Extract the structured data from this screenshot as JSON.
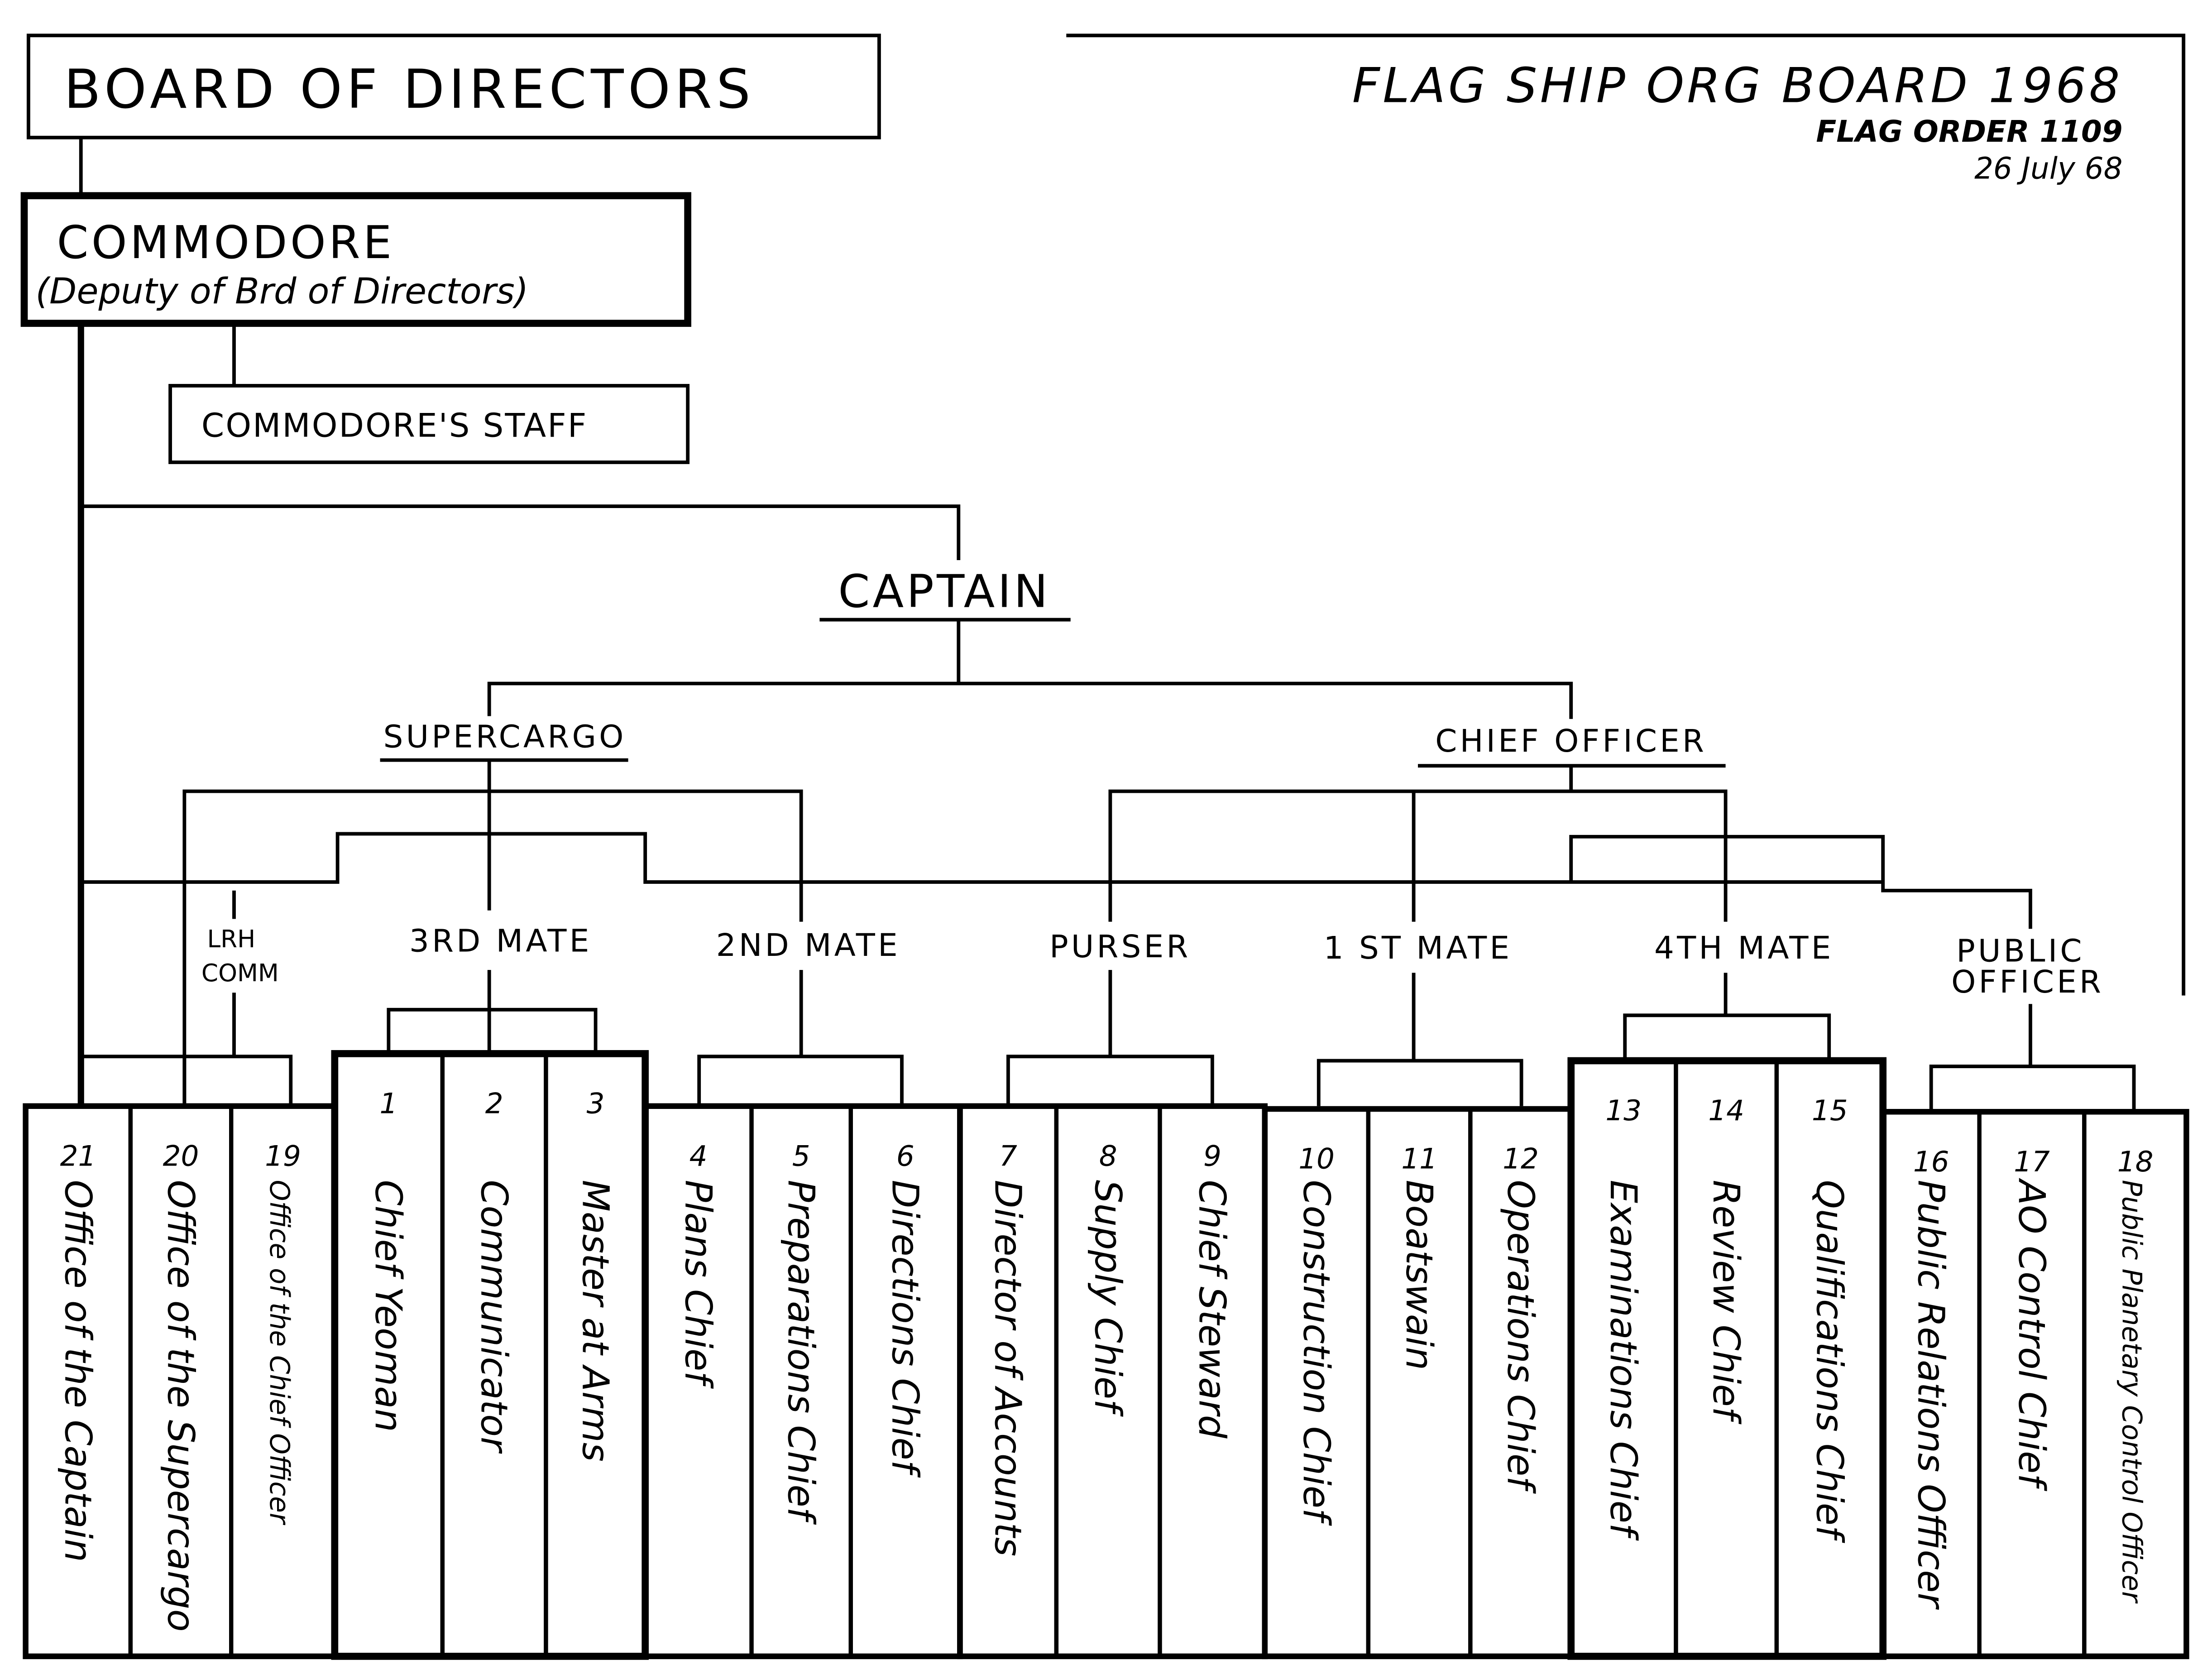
{
  "header": {
    "title": "FLAG SHIP ORG BOARD 1968",
    "order": "FLAG ORDER 1109",
    "date": "26 July 68"
  },
  "top": {
    "board": "BOARD OF DIRECTORS",
    "commodore": "COMMODORE",
    "commodore_sub": "(Deputy of Brd of Directors)",
    "staff": "COMMODORE'S STAFF",
    "captain": "CAPTAIN",
    "supercargo": "SUPERCARGO",
    "chief_officer": "CHIEF OFFICER"
  },
  "officers": {
    "lrh_comm_1": "LRH",
    "lrh_comm_2": "COMM",
    "third_mate": "3RD MATE",
    "second_mate": "2ND MATE",
    "purser": "PURSER",
    "first_mate": "1 ST MATE",
    "fourth_mate": "4TH MATE",
    "public_officer_1": "PUBLIC",
    "public_officer_2": "OFFICER"
  },
  "columns": [
    {
      "num": "21",
      "title": "Office of the Captain"
    },
    {
      "num": "20",
      "title": "Office of the Supercargo"
    },
    {
      "num": "19",
      "title": "Office of the Chief Officer"
    },
    {
      "num": "1",
      "title": "Chief Yeoman"
    },
    {
      "num": "2",
      "title": "Communicator"
    },
    {
      "num": "3",
      "title": "Master at Arms"
    },
    {
      "num": "4",
      "title": "Plans Chief"
    },
    {
      "num": "5",
      "title": "Preparations Chief"
    },
    {
      "num": "6",
      "title": "Directions Chief"
    },
    {
      "num": "7",
      "title": "Director of Accounts"
    },
    {
      "num": "8",
      "title": "Supply Chief"
    },
    {
      "num": "9",
      "title": "Chief Steward"
    },
    {
      "num": "10",
      "title": "Construction Chief"
    },
    {
      "num": "11",
      "title": "Boatswain"
    },
    {
      "num": "12",
      "title": "Operations Chief"
    },
    {
      "num": "13",
      "title": "Examinations Chief"
    },
    {
      "num": "14",
      "title": "Review Chief"
    },
    {
      "num": "15",
      "title": "Qualifications Chief"
    },
    {
      "num": "16",
      "title": "Public Relations Officer"
    },
    {
      "num": "17",
      "title": "AO Control Chief"
    },
    {
      "num": "18",
      "title": "Public Planetary Control Officer"
    }
  ]
}
